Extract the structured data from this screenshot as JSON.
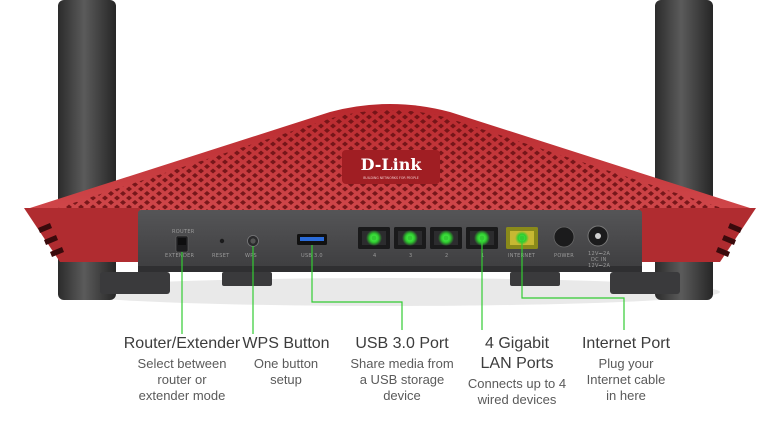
{
  "brand": {
    "logo_text": "D-Link",
    "tagline": "BUILDING NETWORKS FOR PEOPLE"
  },
  "port_labels": {
    "router": "ROUTER",
    "extender": "EXTENDER",
    "reset": "RESET",
    "wps": "WPS",
    "usb": "USB 3.0",
    "lan4": "4",
    "lan3": "3",
    "lan2": "2",
    "lan1": "1",
    "internet": "INTERNET",
    "power": "POWER",
    "dc_line1": "12V⎓2A",
    "dc_line2": "DC IN",
    "dc_line3": "12V⎓2A"
  },
  "callouts": {
    "router_extender": {
      "title": "Router/Extender",
      "desc_lines": [
        "Select between",
        "router or",
        "extender mode"
      ]
    },
    "wps": {
      "title": "WPS Button",
      "desc_lines": [
        "One button",
        "setup"
      ]
    },
    "usb": {
      "title": "USB 3.0 Port",
      "desc_lines": [
        "Share media from",
        "a USB storage",
        "device"
      ]
    },
    "lan": {
      "title_lines": [
        "4 Gigabit",
        "LAN Ports"
      ],
      "desc_lines": [
        "Connects up to 4",
        "wired devices"
      ]
    },
    "internet": {
      "title": "Internet Port",
      "desc_lines": [
        "Plug your",
        "Internet cable",
        "in here"
      ]
    }
  },
  "colors": {
    "accent_green": "#33cc33",
    "router_red": "#c8363a",
    "body_gray": "#4a4a4c"
  }
}
